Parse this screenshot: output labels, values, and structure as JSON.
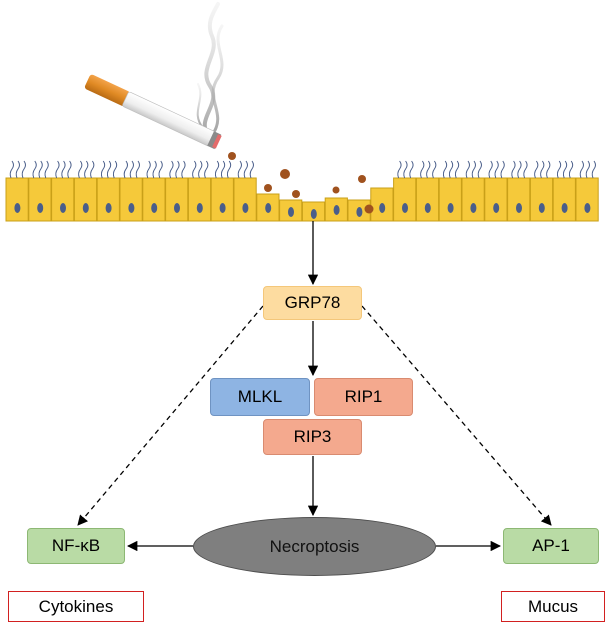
{
  "nodes": {
    "grp78": "GRP78",
    "mlkl": "MLKL",
    "rip1": "RIP1",
    "rip3": "RIP3",
    "necroptosis": "Necroptosis",
    "nfkb": "NF-κB",
    "ap1": "AP-1"
  },
  "outcomes": {
    "cytokines": "Cytokines",
    "mucus": "Mucus"
  },
  "colors": {
    "cell": "#f5c93a",
    "cell_border": "#c9a018",
    "nucleus": "#4a5e8a",
    "grp78": "#fddca0",
    "mlkl": "#8eb4e3",
    "rip": "#f4a98e",
    "transcription_factor": "#b9dba5",
    "necroptosis": "#7f7f7f",
    "outcome_border": "#d22020"
  }
}
